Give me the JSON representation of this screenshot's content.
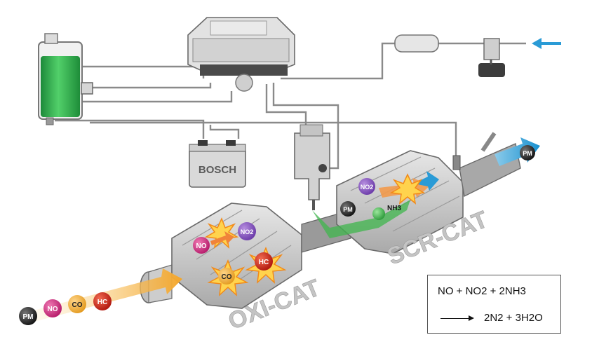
{
  "labels": {
    "oxi_cat": "OXI-CAT",
    "scr_cat": "SCR-CAT",
    "battery_brand": "BOSCH"
  },
  "molecules_in": [
    "PM",
    "NO",
    "CO",
    "HC"
  ],
  "molecules_oxi": [
    "NO",
    "NO2",
    "CO",
    "HC"
  ],
  "molecules_scr": [
    "NO2",
    "PM",
    "NH3"
  ],
  "molecule_out": "PM",
  "equation": {
    "line1": "NO + NO2 + 2NH3",
    "line2": "2N2 + 3H2O"
  },
  "colors": {
    "urea_fluid": "#2fa84a",
    "exhaust_in": "#f6b13a",
    "exhaust_out": "#2a9bd6",
    "urea_spray": "#3fb54c",
    "catalyst_body": "#c9c9c9",
    "pipe": "#9a9a9a"
  }
}
